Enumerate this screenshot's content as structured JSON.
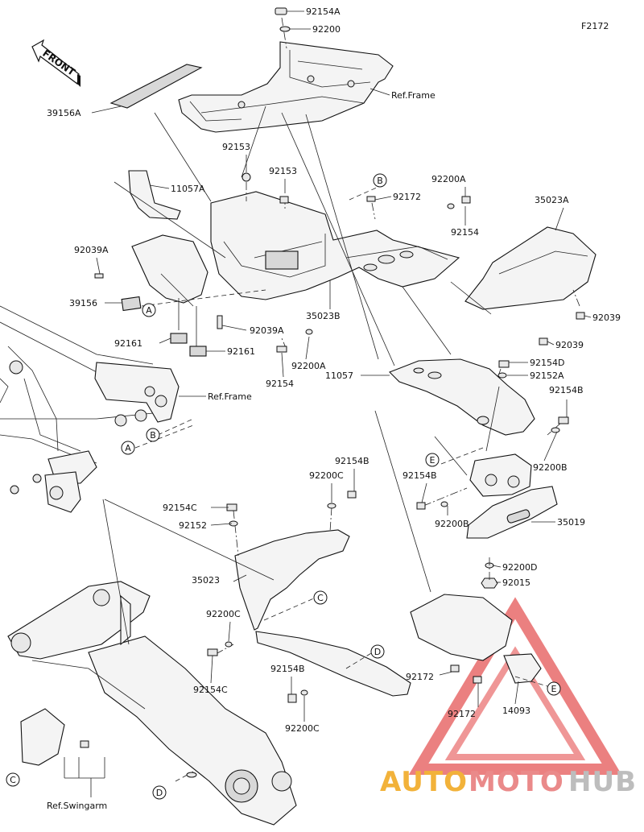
{
  "figure_code": "F2172",
  "front_label": "FRONT",
  "parts": [
    {
      "id": "p1",
      "label": "92154A"
    },
    {
      "id": "p2",
      "label": "92200"
    },
    {
      "id": "p3",
      "label": "Ref.Frame"
    },
    {
      "id": "p4",
      "label": "39156A"
    },
    {
      "id": "p5",
      "label": "11057A"
    },
    {
      "id": "p6",
      "label": "92153"
    },
    {
      "id": "p7",
      "label": "92153"
    },
    {
      "id": "p8",
      "label": "92172"
    },
    {
      "id": "p9",
      "label": "92200A"
    },
    {
      "id": "p10",
      "label": "92154"
    },
    {
      "id": "p11",
      "label": "35023A"
    },
    {
      "id": "p12",
      "label": "92039A"
    },
    {
      "id": "p13",
      "label": "39156"
    },
    {
      "id": "p14",
      "label": "92039A"
    },
    {
      "id": "p15",
      "label": "35023B"
    },
    {
      "id": "p16",
      "label": "92039"
    },
    {
      "id": "p17",
      "label": "92039"
    },
    {
      "id": "p18",
      "label": "92161"
    },
    {
      "id": "p19",
      "label": "92161"
    },
    {
      "id": "p20",
      "label": "92200A"
    },
    {
      "id": "p21",
      "label": "92154"
    },
    {
      "id": "p22",
      "label": "92154D"
    },
    {
      "id": "p23",
      "label": "92152A"
    },
    {
      "id": "p24",
      "label": "11057"
    },
    {
      "id": "p25",
      "label": "92154B"
    },
    {
      "id": "p26",
      "label": "Ref.Frame"
    },
    {
      "id": "p27",
      "label": "92200B"
    },
    {
      "id": "p28",
      "label": "92154B"
    },
    {
      "id": "p29",
      "label": "92200C"
    },
    {
      "id": "p30",
      "label": "92154B"
    },
    {
      "id": "p31",
      "label": "92200B"
    },
    {
      "id": "p32",
      "label": "92154C"
    },
    {
      "id": "p33",
      "label": "92152"
    },
    {
      "id": "p34",
      "label": "35019"
    },
    {
      "id": "p35",
      "label": "92200D"
    },
    {
      "id": "p36",
      "label": "92015"
    },
    {
      "id": "p37",
      "label": "35023"
    },
    {
      "id": "p38",
      "label": "92200C"
    },
    {
      "id": "p39",
      "label": "92154C"
    },
    {
      "id": "p40",
      "label": "92154B"
    },
    {
      "id": "p41",
      "label": "92172"
    },
    {
      "id": "p42",
      "label": "92200C"
    },
    {
      "id": "p43",
      "label": "92172"
    },
    {
      "id": "p44",
      "label": "14093"
    },
    {
      "id": "p45",
      "label": "Ref.Swingarm"
    }
  ],
  "ref_markers": [
    {
      "id": "m1",
      "letter": "A"
    },
    {
      "id": "m2",
      "letter": "B"
    },
    {
      "id": "m3",
      "letter": "A"
    },
    {
      "id": "m4",
      "letter": "B"
    },
    {
      "id": "m5",
      "letter": "E"
    },
    {
      "id": "m6",
      "letter": "C"
    },
    {
      "id": "m7",
      "letter": "D"
    },
    {
      "id": "m8",
      "letter": "E"
    },
    {
      "id": "m9",
      "letter": "C"
    },
    {
      "id": "m10",
      "letter": "D"
    }
  ],
  "watermark": {
    "part1": "AUTO",
    "part2": "MOTO",
    "part3": "HUB",
    "colors": {
      "auto": "#f2b23a",
      "moto": "#ea8a8a",
      "hub": "#bdbdbd",
      "triangle": "#e86a6a"
    }
  }
}
